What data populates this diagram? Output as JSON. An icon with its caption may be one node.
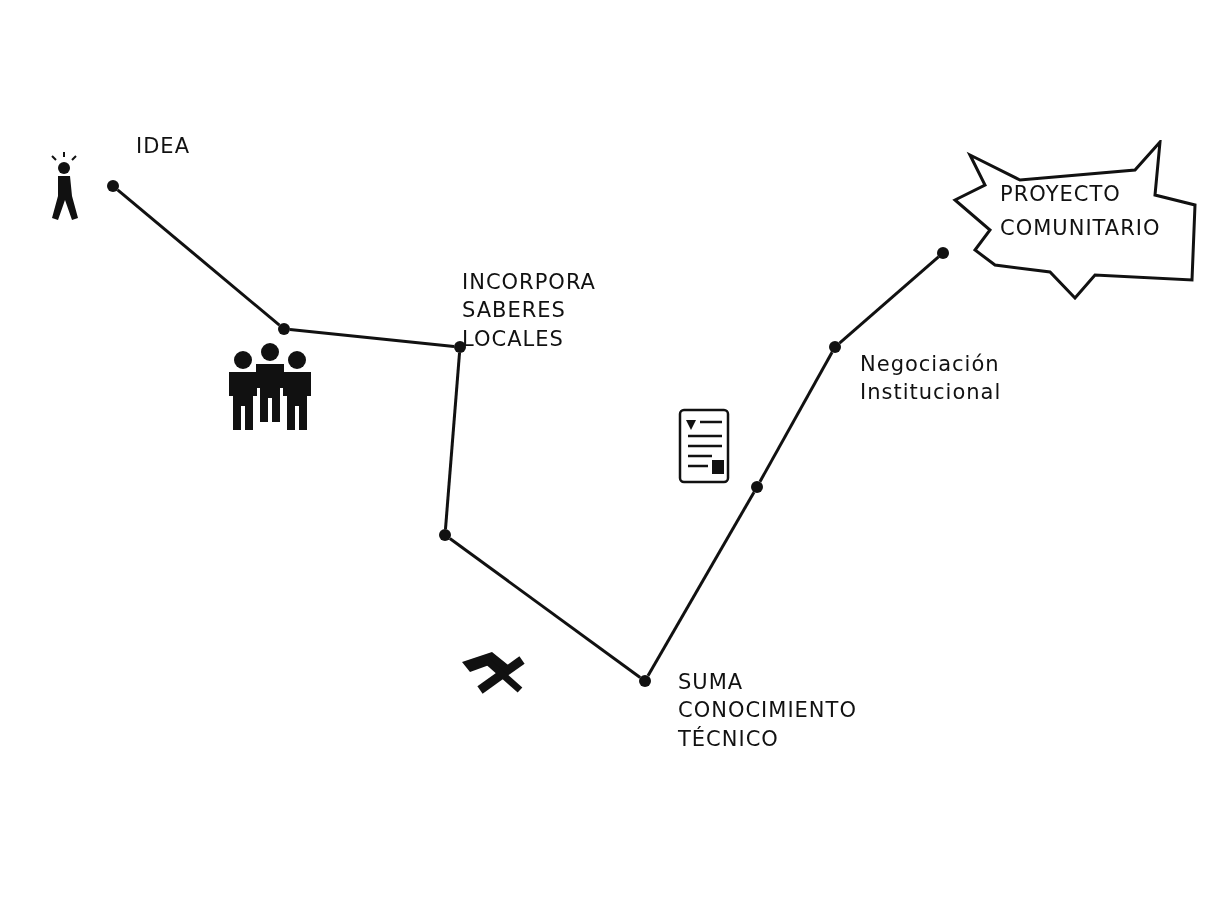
{
  "diagram": {
    "nodes": [
      {
        "text": [],
        "shape": "circle",
        "beside": [
          "IDEA"
        ]
      },
      {
        "text": [],
        "shape": "circle"
      },
      {
        "text": [],
        "shape": "circle",
        "beside": [
          "INCORPORA SABERES LOCALES"
        ]
      },
      {
        "text": [],
        "shape": "circle"
      },
      {
        "text": [],
        "shape": "circle",
        "beside": [
          "SUMA CONOCIMIENTO TÉCNICO"
        ]
      },
      {
        "text": [],
        "shape": "circle"
      },
      {
        "text": [],
        "shape": "circle",
        "beside": [
          "Negociación Institucional"
        ]
      },
      {
        "text": [],
        "shape": "circle"
      },
      {
        "text": [
          "PROYECTO COMUNITARIO"
        ]
      }
    ],
    "edges": [
      {
        "from": 0,
        "to": 1,
        "arrow": "none"
      },
      {
        "from": 1,
        "to": 2,
        "arrow": "none"
      },
      {
        "from": 2,
        "to": 3,
        "arrow": "none"
      },
      {
        "from": 3,
        "to": 4,
        "arrow": "none"
      },
      {
        "from": 4,
        "to": 5,
        "arrow": "none"
      },
      {
        "from": 5,
        "to": 6,
        "arrow": "none"
      },
      {
        "from": 6,
        "to": 7,
        "arrow": "none"
      }
    ]
  }
}
